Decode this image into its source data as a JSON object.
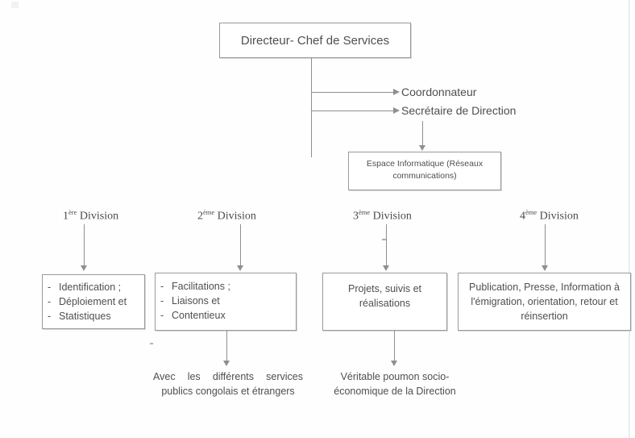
{
  "diagram": {
    "title_box": {
      "label": "Directeur- Chef de Services"
    },
    "staff": {
      "coordonnateur": "Coordonnateur",
      "secretaire": "Secrétaire de Direction"
    },
    "espace_box": {
      "line1": "Espace Informatique (Réseaux",
      "line2": "communications)"
    },
    "divisions": [
      {
        "ordinal": "1",
        "ordinal_sup": "ère",
        "label_suffix": " Division",
        "items": [
          "Identification ;",
          "Déploiement et",
          "Statistiques"
        ],
        "caption": null
      },
      {
        "ordinal": "2",
        "ordinal_sup": "ème",
        "label_suffix": " Division",
        "items": [
          "Facilitations ;",
          "Liaisons et",
          "Contentieux"
        ],
        "caption_line1": "Avec les différents services",
        "caption_line2": "publics congolais et étrangers"
      },
      {
        "ordinal": "3",
        "ordinal_sup": "ème",
        "label_suffix": " Division",
        "text_line1": "Projets, suivis et",
        "text_line2": "réalisations",
        "caption_line1": "Véritable poumon socio-",
        "caption_line2": "économique de la Direction"
      },
      {
        "ordinal": "4",
        "ordinal_sup": "ème",
        "label_suffix": " Division",
        "text_line1": "Publication, Presse, Information à",
        "text_line2": "l'émigration, orientation, retour et",
        "text_line3": "réinsertion"
      }
    ],
    "bullet_marker": "-",
    "colors": {
      "line": "#8f8f8f",
      "text": "#4f4f4f",
      "background": "#fefefe",
      "box_border": "#9a9a9a"
    }
  }
}
